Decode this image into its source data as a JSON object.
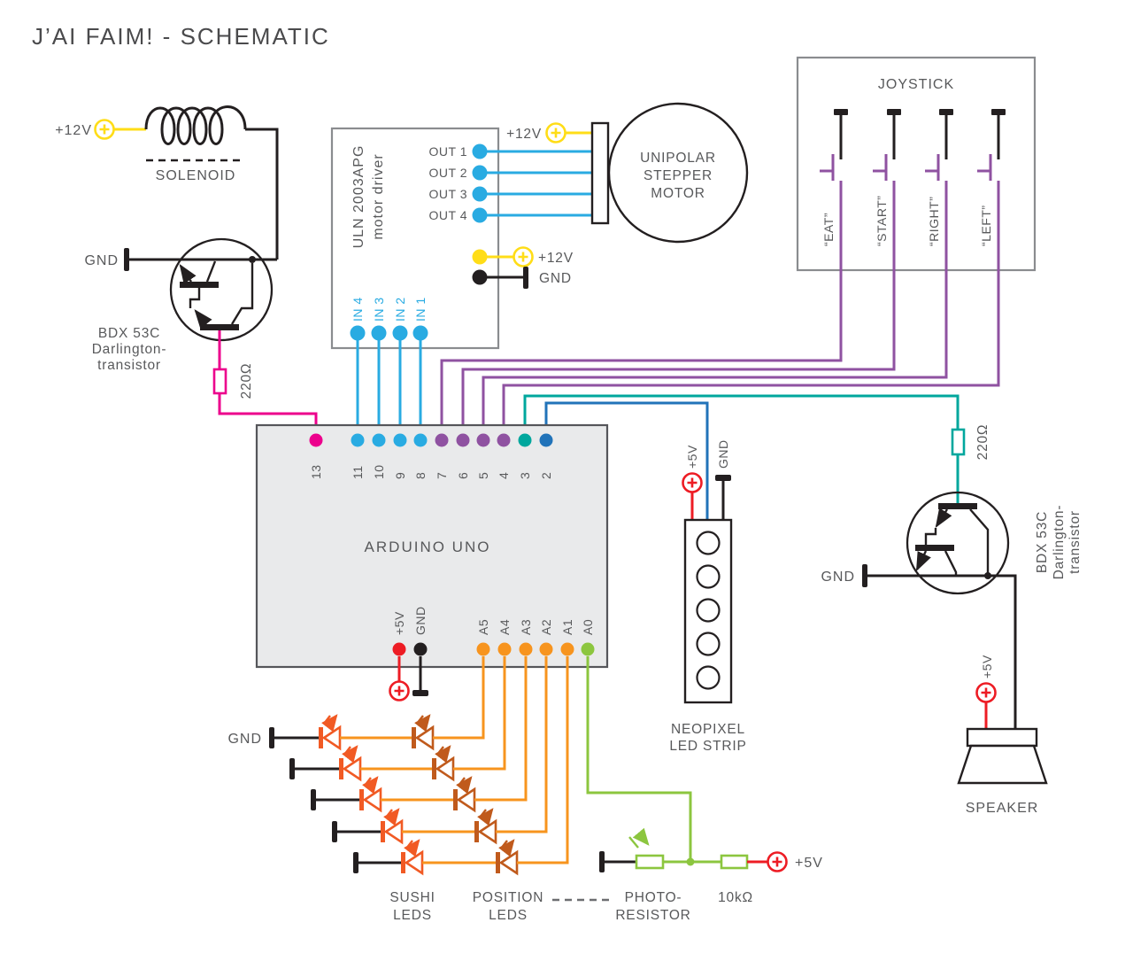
{
  "title": "J’AI FAIM! - SCHEMATIC",
  "colors": {
    "dark": "#231F20",
    "ink": "#58595B",
    "title": "#4A4A4C",
    "boxline": "#8A8C8F",
    "arduinoFill": "#E9EAEB",
    "arduinoLine": "#55565A",
    "yellow": "#FFDD17",
    "cyan": "#29ABE2",
    "magenta": "#EC008C",
    "purple": "#8F52A1",
    "teal": "#00A79D",
    "blue": "#2173B9",
    "orange": "#F7941E",
    "ledA": "#F15A24",
    "ledB": "#C05A1C",
    "green": "#8CC63F",
    "red": "#ED1C24"
  },
  "solenoid": {
    "supply_label": "+12V",
    "label": "SOLENOID"
  },
  "left_transistor": {
    "gnd_label": "GND",
    "resistor_label": "220Ω",
    "name": [
      "BDX 53C",
      "Darlington-",
      "transistor"
    ]
  },
  "uln": {
    "name": [
      "ULN 2003APG",
      "motor driver"
    ],
    "out_pins": [
      "OUT 1",
      "OUT 2",
      "OUT 3",
      "OUT 4"
    ],
    "in_pins": [
      "IN 4",
      "IN 3",
      "IN 2",
      "IN 1"
    ],
    "supply_label": "+12V",
    "gnd_label": "GND"
  },
  "stepper": {
    "name": [
      "UNIPOLAR",
      "STEPPER",
      "MOTOR"
    ],
    "supply_label": "+12V"
  },
  "joystick": {
    "title": "JOYSTICK",
    "buttons": [
      "“EAT”",
      "“START”",
      "“RIGHT”",
      "“LEFT”"
    ]
  },
  "arduino": {
    "name": "ARDUINO UNO",
    "top_pins": [
      "13",
      "11",
      "10",
      "9",
      "8",
      "7",
      "6",
      "5",
      "4",
      "3",
      "2"
    ],
    "bottom_pins": [
      "+5V",
      "GND",
      "A5",
      "A4",
      "A3",
      "A2",
      "A1",
      "A0"
    ]
  },
  "neopixel": {
    "supply_label": "+5V",
    "gnd_label": "GND",
    "name": [
      "NEOPIXEL",
      "LED STRIP"
    ]
  },
  "right_transistor": {
    "gnd_label": "GND",
    "resistor_label": "220Ω",
    "name": [
      "BDX 53C",
      "Darlington-",
      "transistor"
    ]
  },
  "speaker": {
    "supply_label": "+5V",
    "name": "SPEAKER"
  },
  "led_rows": {
    "gnd_label": "GND",
    "sushi_label": [
      "SUSHI",
      "LEDS"
    ],
    "position_label": [
      "POSITION",
      "LEDS"
    ]
  },
  "photoresistor": {
    "name": [
      "PHOTO-",
      "RESISTOR"
    ],
    "resistor_label": "10kΩ",
    "supply_label": "+5V"
  }
}
